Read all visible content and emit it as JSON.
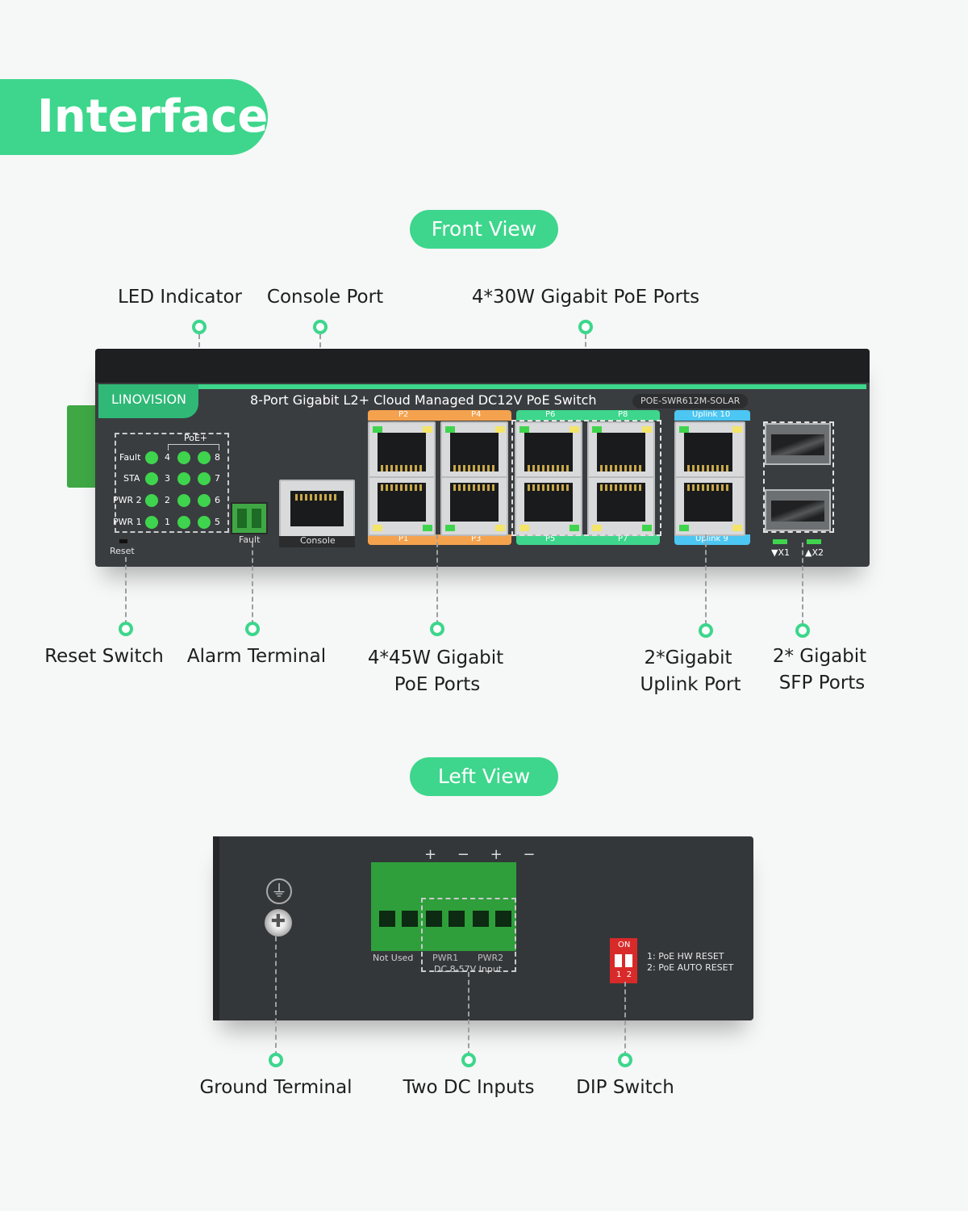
{
  "header": {
    "title": "Interface"
  },
  "sections": {
    "front": "Front View",
    "left": "Left View"
  },
  "front_callouts": {
    "led_indicator": "LED Indicator",
    "console_port": "Console Port",
    "poe30": "4*30W Gigabit PoE Ports",
    "reset_switch": "Reset Switch",
    "alarm_terminal": "Alarm Terminal",
    "poe45_line1": "4*45W Gigabit",
    "poe45_line2": "PoE Ports",
    "uplink_line1": "2*Gigabit",
    "uplink_line2": "Uplink Port",
    "sfp_line1": "2* Gigabit",
    "sfp_line2": "SFP Ports"
  },
  "front_device": {
    "brand": "LINOVISION",
    "title": "8-Port Gigabit L2+ Cloud Managed DC12V PoE Switch",
    "model": "POE-SWR612M-SOLAR",
    "poe_plus": "PoE+",
    "leds": [
      {
        "label": "Fault",
        "left_num": "4",
        "right_num": "8"
      },
      {
        "label": "STA",
        "left_num": "3",
        "right_num": "7"
      },
      {
        "label": "PWR 2",
        "left_num": "2",
        "right_num": "6"
      },
      {
        "label": "PWR 1",
        "left_num": "1",
        "right_num": "5"
      }
    ],
    "reset": "Reset",
    "fault": "Fault",
    "console": "Console",
    "port_labels_top": [
      "P2",
      "P4",
      "P6",
      "P8"
    ],
    "port_labels_bottom": [
      "P1",
      "P3",
      "P5",
      "P7"
    ],
    "uplink_top": "Uplink 10",
    "uplink_bottom": "Uplink 9",
    "sfp1": "▼X1",
    "sfp2": "▲X2",
    "colors": {
      "orange": "#f5a24e",
      "green": "#3dd68c",
      "blue": "#4cc6f2"
    }
  },
  "left_callouts": {
    "ground": "Ground Terminal",
    "dc_inputs": "Two DC Inputs",
    "dip": "DIP Switch"
  },
  "left_device": {
    "polarity": "+ − + −",
    "not_used": "Not Used",
    "pwr1": "PWR1",
    "pwr2": "PWR2",
    "dc_input": "DC 8-57V Input",
    "dip_on": "ON",
    "dip_nums": "1  2",
    "dip_desc1": "1: PoE HW RESET",
    "dip_desc2": "2: PoE AUTO RESET"
  }
}
